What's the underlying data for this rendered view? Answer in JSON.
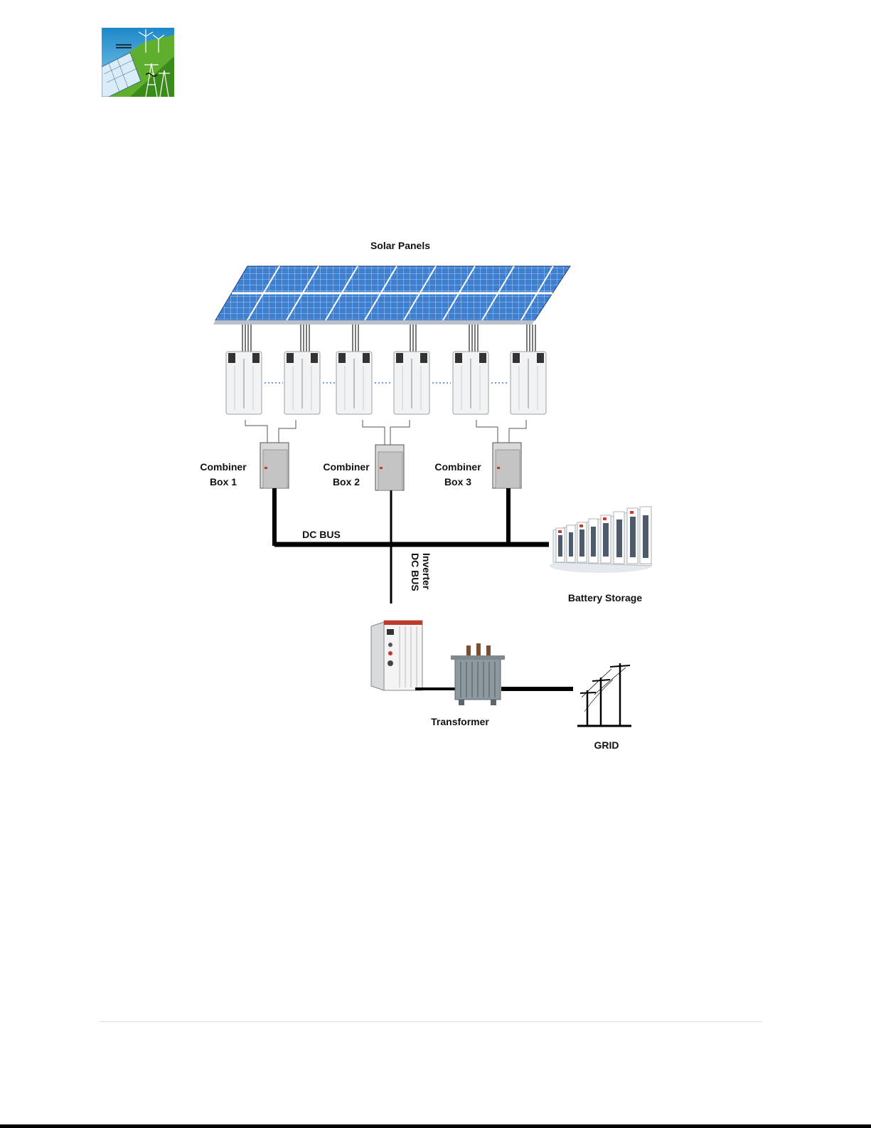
{
  "logo": {
    "icon": "renewable-energy-logo"
  },
  "diagram": {
    "solar_panels": "Solar Panels",
    "combiners": [
      {
        "line1": "Combiner",
        "line2": "Box 1"
      },
      {
        "line1": "Combiner",
        "line2": "Box 2"
      },
      {
        "line1": "Combiner",
        "line2": "Box 3"
      }
    ],
    "dc_bus": "DC BUS",
    "inverter_bus_line1": "Inverter",
    "inverter_bus_line2": "DC BUS",
    "battery": "Battery Storage",
    "transformer": "Transformer",
    "grid": "GRID"
  },
  "colors": {
    "panel_blue": "#3a74c4",
    "bus_black": "#000000"
  }
}
